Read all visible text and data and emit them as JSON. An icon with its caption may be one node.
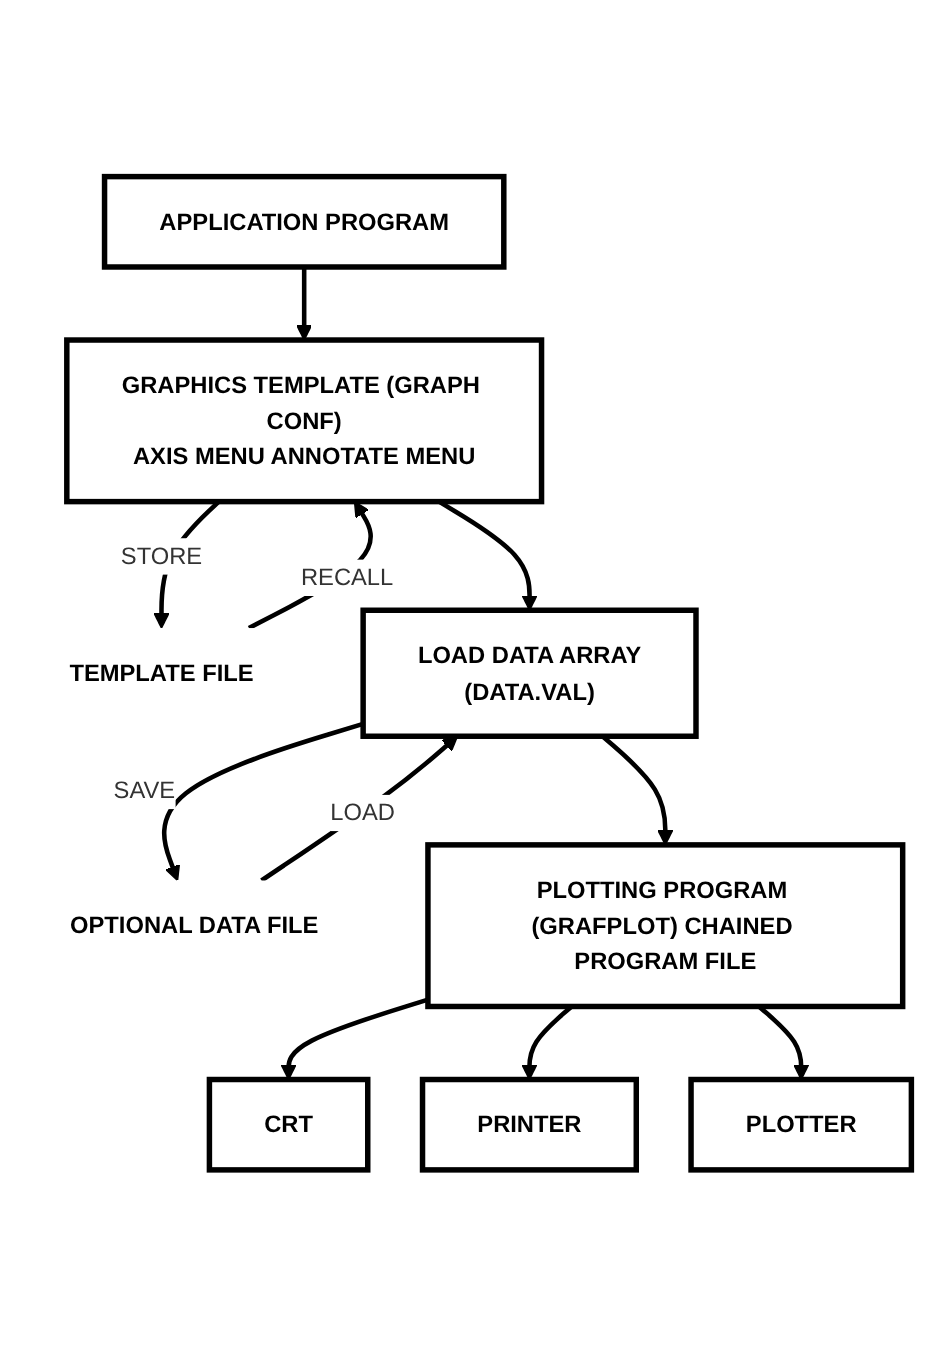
{
  "diagram": {
    "nodes": [
      {
        "text": [
          "APPLICATION PROGRAM"
        ]
      },
      {
        "text": [
          "GRAPHICS TEMPLATE (GRAPH CONF)",
          "AXIS MENU ANNOTATE MENU"
        ]
      },
      {
        "text": [
          "TEMPLATE FILE"
        ]
      },
      {
        "text": [
          "OPTIONAL DATA FILE"
        ]
      },
      {
        "text": [
          "LOAD DATA ARRAY",
          "(DATA.VAL)"
        ]
      },
      {
        "text": [
          "PLOTTING PROGRAM (GRAFPLOT) CHAINED PROGRAM FILE"
        ]
      },
      {
        "text": [
          "CRT"
        ]
      },
      {
        "text": [
          "PRINTER"
        ]
      },
      {
        "text": [
          "PLOTTER"
        ]
      }
    ],
    "edges": [
      {
        "from": 0,
        "to": 1,
        "arrow": "to"
      },
      {
        "from": 1,
        "to": 2,
        "arrow": "to",
        "label": "STORE"
      },
      {
        "from": 2,
        "to": 1,
        "arrow": "to",
        "label": "RECALL"
      },
      {
        "from": 1,
        "to": 4,
        "arrow": "to"
      },
      {
        "from": 4,
        "to": 3,
        "arrow": "to",
        "label": "SAVE"
      },
      {
        "from": 3,
        "to": 4,
        "arrow": "to",
        "label": "LOAD"
      },
      {
        "from": 4,
        "to": 5,
        "arrow": "to"
      },
      {
        "from": 5,
        "to": 6,
        "arrow": "to"
      },
      {
        "from": 5,
        "to": 7,
        "arrow": "to"
      },
      {
        "from": 5,
        "to": 8,
        "arrow": "to"
      }
    ]
  }
}
